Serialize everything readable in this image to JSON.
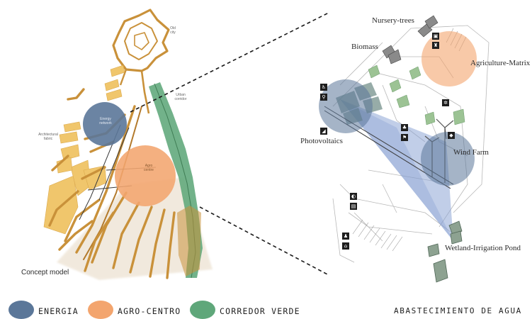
{
  "concept": {
    "caption": "Concept model",
    "tiny_labels": {
      "old_city": "Old\ncity",
      "urban_corridor": "Urban\ncorridor",
      "architectural_fabric": "Architectural\nfabric",
      "energy_network": "Energy\nnetwork",
      "agro_centre": "Agro\ncentre"
    }
  },
  "site": {
    "labels": {
      "nursery_trees": "Nursery-trees",
      "biomass": "Biomass",
      "agriculture_matrix": "Agriculture-Matrix",
      "photovoltaics": "Photovoltaics",
      "wind_farm": "Wind Farm",
      "wetland": "Wetland-Irrigation Pond"
    }
  },
  "legend": {
    "items": [
      {
        "label": "ENERGIA",
        "color": "#5b7799"
      },
      {
        "label": "AGRO-CENTRO",
        "color": "#f3a56e"
      },
      {
        "label": "CORREDOR VERDE",
        "color": "#5fa77a"
      }
    ],
    "right_title": "ABASTECIMIENTO DE AGUA"
  },
  "colors": {
    "energia": "#5b7799",
    "agro": "#f3a56e",
    "verde": "#5fa77a",
    "structure": "#c9913a",
    "fabric": "#f0c465",
    "water": "#8ea5d6"
  },
  "icons": [
    "bicycle-icon",
    "walker-icon",
    "car-icon",
    "bus-icon",
    "walker-icon",
    "sun-icon",
    "tree-icon",
    "bench-icon",
    "recycle-icon",
    "wheelchair-icon",
    "seat-icon"
  ]
}
